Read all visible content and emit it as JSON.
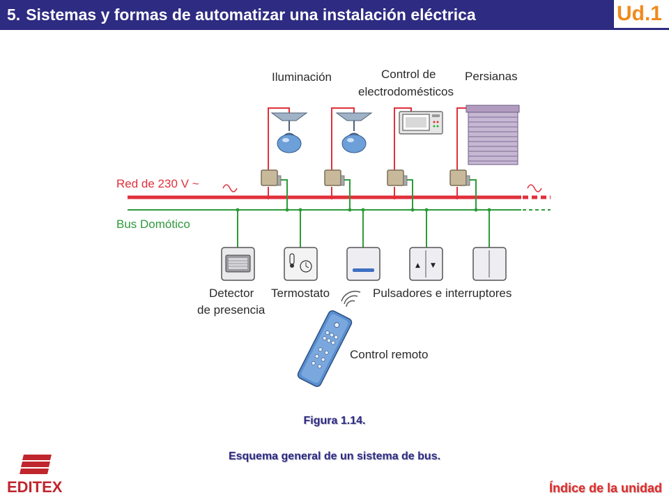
{
  "header": {
    "section_number": "5.",
    "title": "Sistemas y formas de automatizar una instalación eléctrica",
    "unit": "Ud.1"
  },
  "diagram": {
    "labels": {
      "iluminacion": "Iluminación",
      "control_line1": "Control de",
      "control_line2": "electrodomésticos",
      "persianas": "Persianas",
      "red": "Red de 230 V ~",
      "bus": "Bus Domótico",
      "detector_line1": "Detector",
      "detector_line2": "de presencia",
      "termostato": "Termostato",
      "pulsadores": "Pulsadores e interruptores",
      "control_remoto": "Control remoto"
    }
  },
  "caption": {
    "figure": "Figura 1.14.",
    "description": "Esquema general de un sistema de bus."
  },
  "footer": {
    "logo_text": "EDITEX",
    "index_link": "Índice de la unidad"
  },
  "colors": {
    "header_bg": "#2e2b82",
    "unit_accent": "#f08a1c",
    "red_line": "#e0303b",
    "green_bus": "#2e9a3a",
    "logo_red": "#c0262d",
    "link_red": "#e12a2a"
  }
}
